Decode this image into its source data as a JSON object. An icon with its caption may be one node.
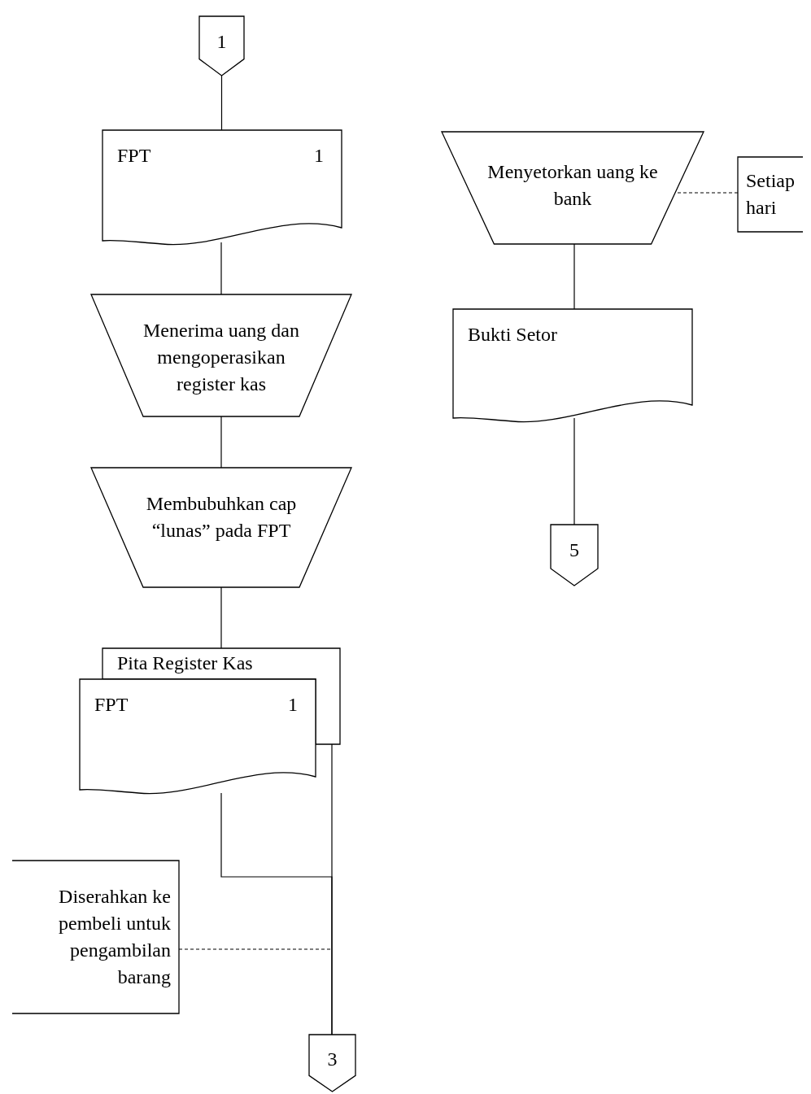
{
  "diagram": {
    "nodes": [
      {
        "text": [
          "1"
        ]
      },
      {
        "text": [
          "FPT",
          "1"
        ]
      },
      {
        "text": [
          "Menerima uang dan mengoperasikan register kas"
        ]
      },
      {
        "text": [
          "Membubuhkan cap “lunas” pada FPT"
        ]
      },
      {
        "text": [
          "Pita Register Kas"
        ]
      },
      {
        "text": [
          "FPT",
          "1"
        ]
      },
      {
        "text": [
          "Diserahkan ke pembeli untuk pengambilan barang"
        ]
      },
      {
        "text": [
          "3"
        ]
      },
      {
        "text": [
          "Menyetorkan uang ke bank"
        ]
      },
      {
        "text": [
          "Setiap hari"
        ]
      },
      {
        "text": [
          "Bukti Setor"
        ]
      },
      {
        "text": [
          "5"
        ]
      }
    ],
    "edges": [
      {
        "from": 0,
        "to": 1,
        "arrow": "none"
      },
      {
        "from": 1,
        "to": 2,
        "arrow": "none"
      },
      {
        "from": 2,
        "to": 3,
        "arrow": "none"
      },
      {
        "from": 3,
        "to": 4,
        "arrow": "none"
      },
      {
        "from": 5,
        "to": 7,
        "arrow": "none"
      },
      {
        "from": 4,
        "to": 7,
        "arrow": "none"
      },
      {
        "from": 6,
        "to": null,
        "arrow": "none",
        "style": "dashed"
      },
      {
        "from": 8,
        "to": 10,
        "arrow": "none"
      },
      {
        "from": 10,
        "to": 11,
        "arrow": "none"
      },
      {
        "from": 9,
        "to": 8,
        "arrow": "none",
        "style": "dashed"
      }
    ]
  }
}
